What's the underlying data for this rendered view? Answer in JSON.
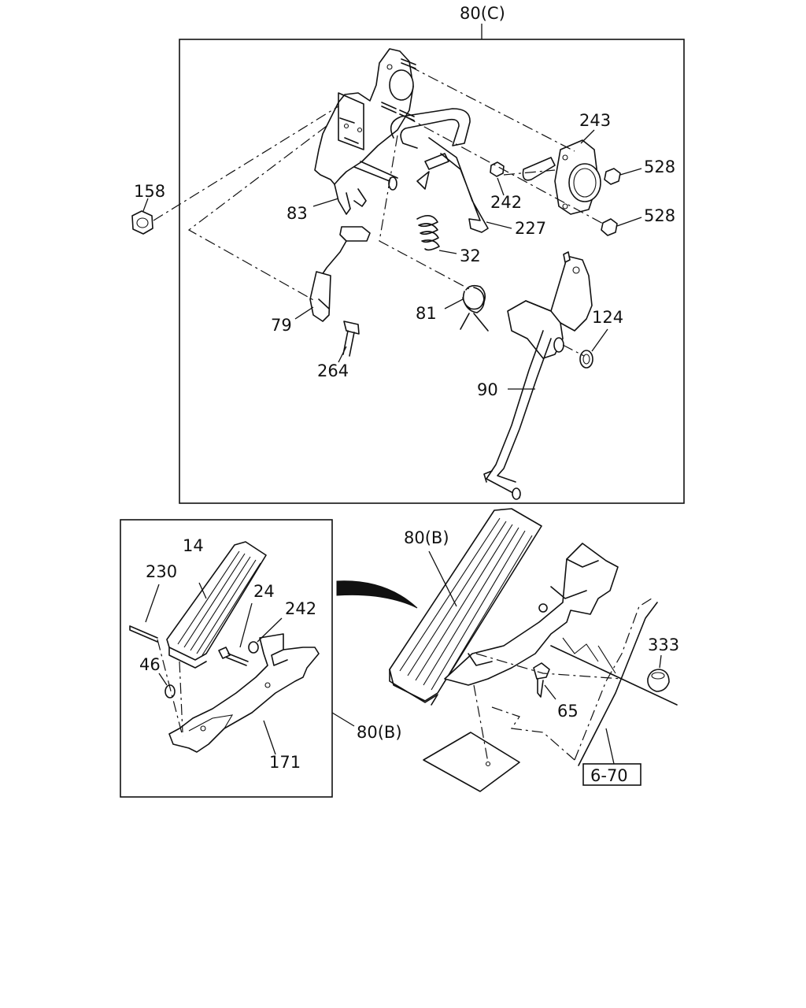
{
  "diagram": {
    "callouts": {
      "top_group": "80(C)",
      "bracket": "83",
      "nut_left": "158",
      "switch": "79",
      "bolt_switch": "264",
      "spring_small": "32",
      "spring_return": "81",
      "pedal_arm": "90",
      "washer": "124",
      "nut_mid": "242",
      "rod": "227",
      "bushing_housing": "243",
      "nut_upper": "528",
      "nut_lower": "528",
      "inset_pad": "14",
      "inset_stud": "230",
      "inset_bolt": "24",
      "inset_nut": "242",
      "inset_washer": "46",
      "inset_bracket": "171",
      "inset_group": "80(B)",
      "pedal_group": "80(B)",
      "bolt_floor": "65",
      "grommet": "333",
      "reference": "6-70"
    }
  }
}
